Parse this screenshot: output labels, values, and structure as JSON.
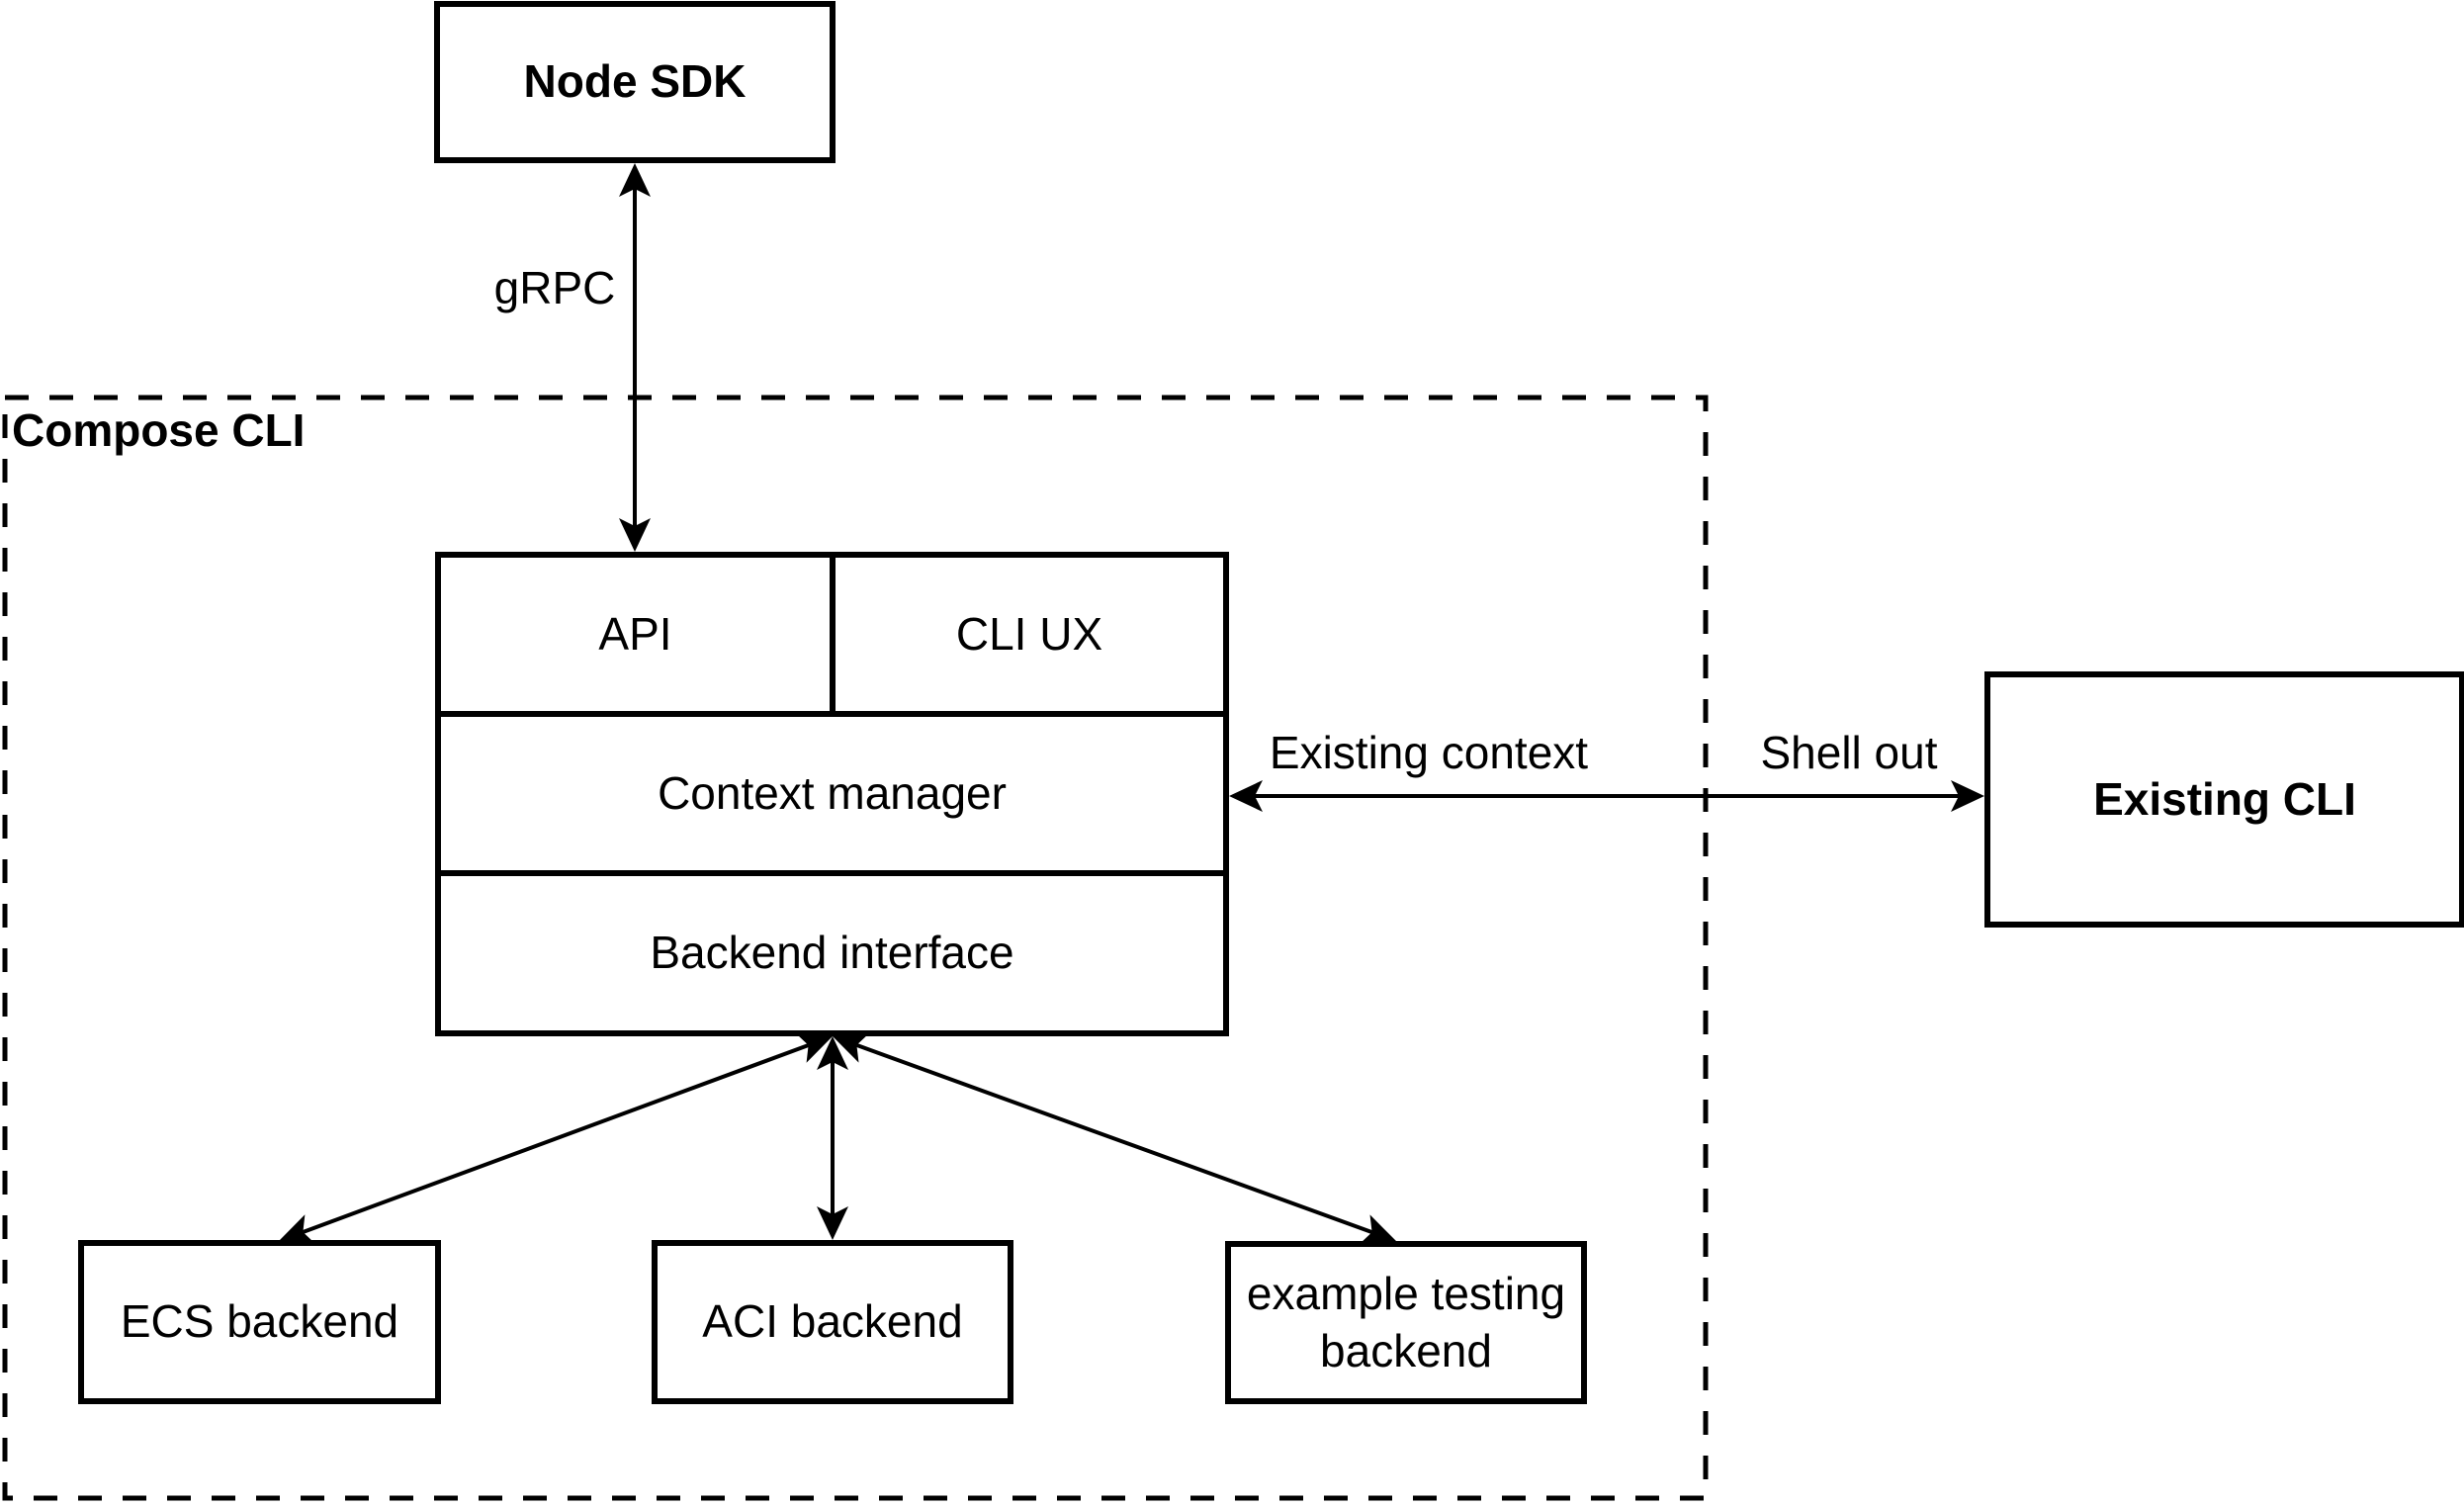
{
  "diagram": {
    "colors": {
      "background": "#ffffff",
      "stroke": "#000000",
      "text": "#000000"
    },
    "container": {
      "label": "Compose CLI"
    },
    "nodes": {
      "node_sdk": "Node SDK",
      "existing_cli": "Existing CLI",
      "ecs_backend": "ECS backend",
      "aci_backend": "ACI backend",
      "example_testing_backend": "example testing backend"
    },
    "stack": {
      "api": "API",
      "cli_ux": "CLI UX",
      "context_manager": "Context manager",
      "backend_interface": "Backend interface"
    },
    "edge_labels": {
      "grpc": "gRPC",
      "existing_context": "Existing context",
      "shell_out": "Shell out"
    }
  }
}
